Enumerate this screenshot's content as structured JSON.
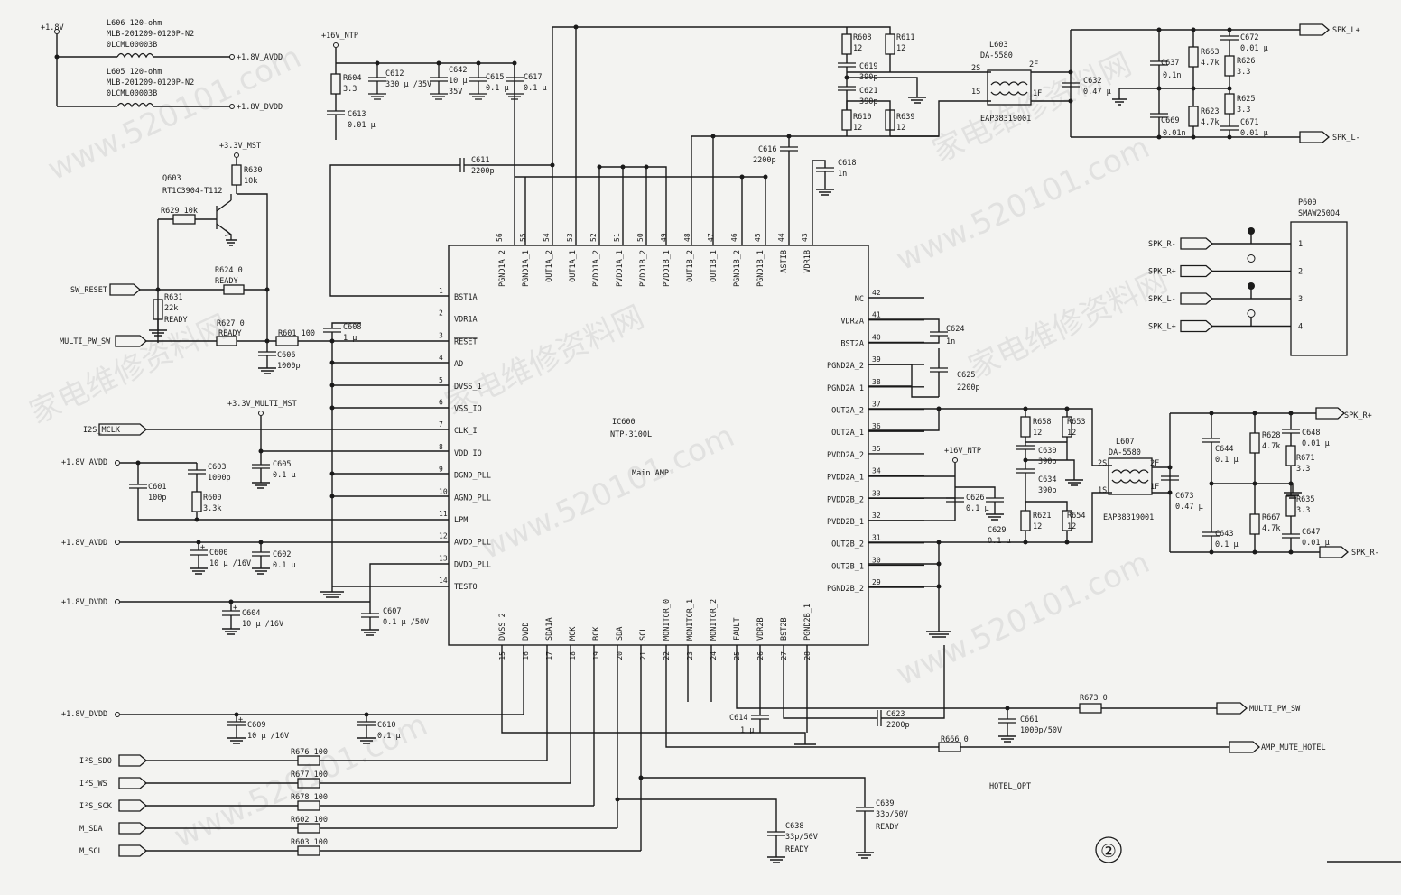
{
  "watermarks": [
    "www.520101.com",
    "家电维修资料网"
  ],
  "ic": {
    "ref": "IC600",
    "part": "NTP-3100L",
    "func": "Main AMP",
    "left_pins": [
      {
        "n": "1",
        "name": "BST1A"
      },
      {
        "n": "2",
        "name": "VDR1A"
      },
      {
        "n": "3",
        "name": "RESET"
      },
      {
        "n": "4",
        "name": "AD"
      },
      {
        "n": "5",
        "name": "DVSS_1"
      },
      {
        "n": "6",
        "name": "VSS_IO"
      },
      {
        "n": "7",
        "name": "CLK_I"
      },
      {
        "n": "8",
        "name": "VDD_IO"
      },
      {
        "n": "9",
        "name": "DGND_PLL"
      },
      {
        "n": "10",
        "name": "AGND_PLL"
      },
      {
        "n": "11",
        "name": "LPM"
      },
      {
        "n": "12",
        "name": "AVDD_PLL"
      },
      {
        "n": "13",
        "name": "DVDD_PLL"
      },
      {
        "n": "14",
        "name": "TESTO"
      }
    ],
    "right_pins": [
      {
        "n": "42",
        "name": "NC"
      },
      {
        "n": "41",
        "name": "VDR2A"
      },
      {
        "n": "40",
        "name": "BST2A"
      },
      {
        "n": "39",
        "name": "PGND2A_2"
      },
      {
        "n": "38",
        "name": "PGND2A_1"
      },
      {
        "n": "37",
        "name": "OUT2A_2"
      },
      {
        "n": "36",
        "name": "OUT2A_1"
      },
      {
        "n": "35",
        "name": "PVDD2A_2"
      },
      {
        "n": "34",
        "name": "PVDD2A_1"
      },
      {
        "n": "33",
        "name": "PVDD2B_2"
      },
      {
        "n": "32",
        "name": "PVDD2B_1"
      },
      {
        "n": "31",
        "name": "OUT2B_2"
      },
      {
        "n": "30",
        "name": "OUT2B_1"
      },
      {
        "n": "29",
        "name": "PGND2B_2"
      }
    ],
    "top_pins": [
      {
        "n": "56",
        "name": "PGND1A_2"
      },
      {
        "n": "55",
        "name": "PGND1A_1"
      },
      {
        "n": "54",
        "name": "OUT1A_2"
      },
      {
        "n": "53",
        "name": "OUT1A_1"
      },
      {
        "n": "52",
        "name": "PVDD1A_2"
      },
      {
        "n": "51",
        "name": "PVDD1A_1"
      },
      {
        "n": "50",
        "name": "PVDD1B_2"
      },
      {
        "n": "49",
        "name": "PVDD1B_1"
      },
      {
        "n": "48",
        "name": "OUT1B_2"
      },
      {
        "n": "47",
        "name": "OUT1B_1"
      },
      {
        "n": "46",
        "name": "PGND1B_2"
      },
      {
        "n": "45",
        "name": "PGND1B_1"
      },
      {
        "n": "44",
        "name": "ASTIB"
      },
      {
        "n": "43",
        "name": "VDR1B"
      }
    ],
    "bottom_pins": [
      {
        "n": "15",
        "name": "DVSS_2"
      },
      {
        "n": "16",
        "name": "DVDD"
      },
      {
        "n": "17",
        "name": "SDA1A"
      },
      {
        "n": "18",
        "name": "MCK"
      },
      {
        "n": "19",
        "name": "BCK"
      },
      {
        "n": "20",
        "name": "SDA"
      },
      {
        "n": "21",
        "name": "SCL"
      },
      {
        "n": "22",
        "name": "MONITOR_0"
      },
      {
        "n": "23",
        "name": "MONITOR_1"
      },
      {
        "n": "24",
        "name": "MONITOR_2"
      },
      {
        "n": "25",
        "name": "FAULT"
      },
      {
        "n": "26",
        "name": "VDR2B"
      },
      {
        "n": "27",
        "name": "BST2B"
      },
      {
        "n": "28",
        "name": "PGND2B_1"
      }
    ]
  },
  "rails": {
    "v18": "+1.8V",
    "v18_avdd": "+1.8V_AVDD",
    "v18_dvdd": "+1.8V_DVDD",
    "v16_ntp": "+16V_NTP",
    "v33_mst": "+3.3V_MST",
    "v33_multi": "+3.3V_MULTI_MST"
  },
  "ferrites": {
    "l606": [
      "L606 120-ohm",
      "MLB-201209-0120P-N2",
      "0LCML00003B"
    ],
    "l605": [
      "L605 120-ohm",
      "MLB-201209-0120P-N2",
      "0LCML00003B"
    ]
  },
  "transistor": {
    "ref": "Q603",
    "part": "RT1C3904-T112"
  },
  "ports": {
    "sw_reset": "SW_RESET",
    "multi_pw_sw": "MULTI_PW_SW",
    "i2s_mclk": "I2S_MCLK",
    "i2s_sdo": "I²S_SDO",
    "i2s_ws": "I²S_WS",
    "i2s_sck": "I²S_SCK",
    "m_sda": "M_SDA",
    "m_scl": "M_SCL",
    "multi_pw_sw_out": "MULTI_PW_SW",
    "amp_mute_hotel": "AMP_MUTE_HOTEL",
    "spk_l_plus": "SPK_L+",
    "spk_l_minus": "SPK_L-",
    "spk_r_plus": "SPK_R+",
    "spk_r_minus": "SPK_R-"
  },
  "labels": {
    "r630": "R630",
    "r630v": "10k",
    "r629": "R629 10k",
    "r624": "R624 0",
    "ready": "READY",
    "r631": "R631",
    "r631v": "22k",
    "r627": "R627 0",
    "r601": "R601 100",
    "c608": "C608",
    "c608v": "1 μ",
    "c606": "C606",
    "c606v": "1000p",
    "c605": "C605",
    "c605v": "0.1 μ",
    "c601": "C601",
    "c601v": "100p",
    "c603": "C603",
    "c603v": "1000p",
    "r600": "R600",
    "r600v": "3.3k",
    "c600": "C600",
    "c600v": "10 μ /16V",
    "c602": "C602",
    "c602v": "0.1 μ",
    "c604": "C604",
    "c604v": "10 μ /16V",
    "c607": "C607",
    "c607v": "0.1 μ /50V",
    "r604": "R604",
    "r604v": "3.3",
    "c613": "C613",
    "c613v": "0.01 μ",
    "c612": "C612",
    "c612v": "330 μ /35V",
    "c642": "C642",
    "c642v": "10 μ",
    "c642v2": "35V",
    "c615": "C615",
    "c615v": "0.1 μ",
    "c617": "C617",
    "c617v": "0.1 μ",
    "c611": "C611",
    "c611v": "2200p",
    "c616": "C616",
    "c616v": "2200p",
    "c618": "C618",
    "c618v": "1n",
    "r608": "R608",
    "r608v": "12",
    "r611": "R611",
    "r611v": "12",
    "c619": "C619",
    "c619v": "390p",
    "c621": "C621",
    "c621v": "390p",
    "r610": "R610",
    "r610v": "12",
    "r639": "R639",
    "r639v": "12",
    "l603": "L603",
    "l603v": "DA-5580",
    "l603p": "EAP38319001",
    "c632": "C632",
    "c632v": "0.47 μ",
    "c637": "C637",
    "c637v": "0.1n",
    "c669": "C669",
    "c669v": "0.01n",
    "r663": "R663",
    "r663v": "4.7k",
    "c672": "C672",
    "c672v": "0.01 μ",
    "r626": "R626",
    "r626v": "3.3",
    "r625": "R625",
    "r625v": "3.3",
    "r623": "R623",
    "r623v": "4.7k",
    "c671": "C671",
    "c671v": "0.01 μ",
    "p600": "P600",
    "p600v": "SMAW250O4",
    "p600_pins": [
      "SPK_R-",
      "SPK_R+",
      "SPK_L-",
      "SPK_L+"
    ],
    "c624": "C624",
    "c624v": "1n",
    "c625": "C625",
    "c625v": "2200p",
    "r658": "R658",
    "r658v": "12",
    "r653": "R653",
    "r653v": "12",
    "c630": "C630",
    "c630v": "390p",
    "c634": "C634",
    "c634v": "390p",
    "r621": "R621",
    "r621v": "12",
    "r654": "R654",
    "r654v": "12",
    "c626": "C626",
    "c626v": "0.1 μ",
    "c629": "C629",
    "c629v": "0.1 μ",
    "l607": "L607",
    "l607v": "DA-5580",
    "l607p": "EAP38319001",
    "c673": "C673",
    "c673v": "0.47 μ",
    "c644": "C644",
    "c644v": "0.1 μ",
    "c643": "C643",
    "c643v": "0.1 μ",
    "r628": "R628",
    "r628v": "4.7k",
    "c648": "C648",
    "c648v": "0.01 μ",
    "r671": "R671",
    "r671v": "3.3",
    "r635": "R635",
    "r635v": "3.3",
    "r667": "R667",
    "r667v": "4.7k",
    "c647": "C647",
    "c647v": "0.01 μ",
    "c609": "C609",
    "c609v": "10 μ /16V",
    "c610": "C610",
    "c610v": "0.1 μ",
    "r676": "R676 100",
    "r677": "R677 100",
    "r678": "R678 100",
    "r602": "R602 100",
    "r603": "R603 100",
    "c614": "C614",
    "c614v": "1 μ",
    "c623": "C623",
    "c623v": "2200p",
    "c661": "C661",
    "c661v": "1000p/50V",
    "r673": "R673 0",
    "r666": "R666 0",
    "hotel_opt": "HOTEL_OPT",
    "c638": "C638",
    "c638v": "33p/50V",
    "c639": "C639",
    "c639v": "33p/50V",
    "tr_2s": "2S",
    "tr_2f": "2F",
    "tr_1s": "1S",
    "tr_1f": "1F",
    "plus": "+"
  },
  "page_marker": "②"
}
